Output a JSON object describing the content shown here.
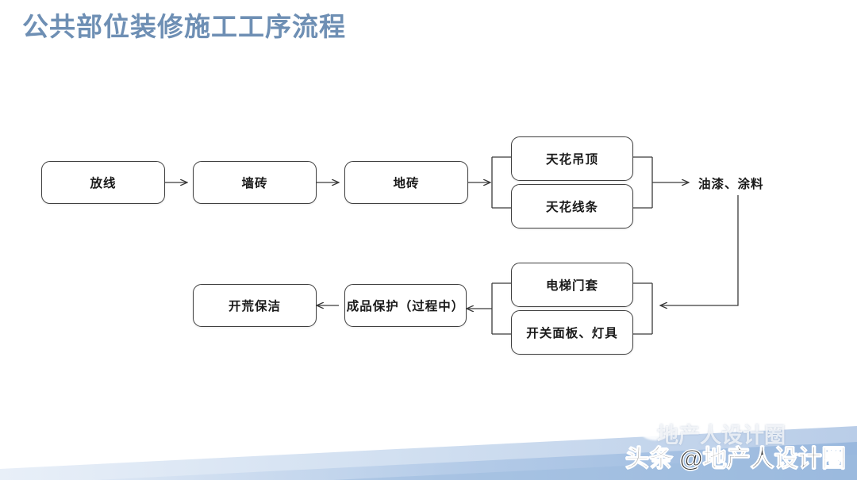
{
  "slide": {
    "title": "公共部位装修施工工序流程",
    "title_color": "#6e8fb4",
    "background": "#ffffff"
  },
  "flow": {
    "node_border_color": "#404040",
    "node_fill": "#ffffff",
    "connector_color": "#3a3a3a",
    "row1": [
      {
        "id": "fangxian",
        "label": "放线"
      },
      {
        "id": "qiangzhuan",
        "label": "墙砖"
      },
      {
        "id": "dizhuan",
        "label": "地砖"
      },
      {
        "id": "tianhua-diaoding",
        "label": "天花吊顶"
      },
      {
        "id": "tianhua-xiantiao",
        "label": "天花线条"
      }
    ],
    "row1_terminal": {
      "id": "youqi-tuliao",
      "label": "油漆、涂料",
      "boxed": false
    },
    "row2": [
      {
        "id": "dianti-mentao",
        "label": "电梯门套"
      },
      {
        "id": "kaiguan-mianban-dengju",
        "label": "开关面板、灯具"
      },
      {
        "id": "chengpin-baohu",
        "label": "成品保护（过程中）"
      },
      {
        "id": "kaihuang-baojie",
        "label": "开荒保洁"
      }
    ]
  },
  "watermark": {
    "text": "头条 @地产人设计圈",
    "ghost_text": "地产人设计圈"
  },
  "decoration": {
    "band_color_light": "#cfdcef",
    "band_color_mid": "#b3c9e6",
    "band_color_deep": "#9dbbdf"
  }
}
